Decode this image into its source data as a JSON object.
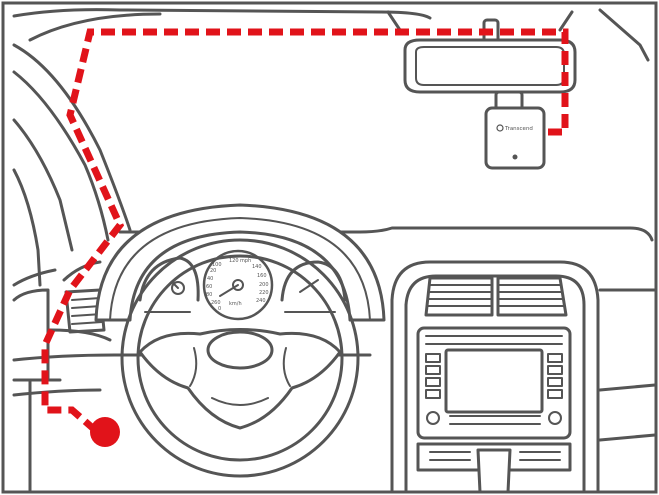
{
  "colors": {
    "route": "#e1131a",
    "line": "#555555",
    "background": "#ffffff"
  },
  "camera": {
    "brand": "Transcend"
  },
  "speedometer": {
    "unit_top": "mph",
    "top_value": "120",
    "unit_bottom": "km/h",
    "ticks": [
      "20",
      "40",
      "60",
      "80",
      "100",
      "140",
      "160",
      "200",
      "220",
      "240",
      "260",
      "0"
    ]
  }
}
